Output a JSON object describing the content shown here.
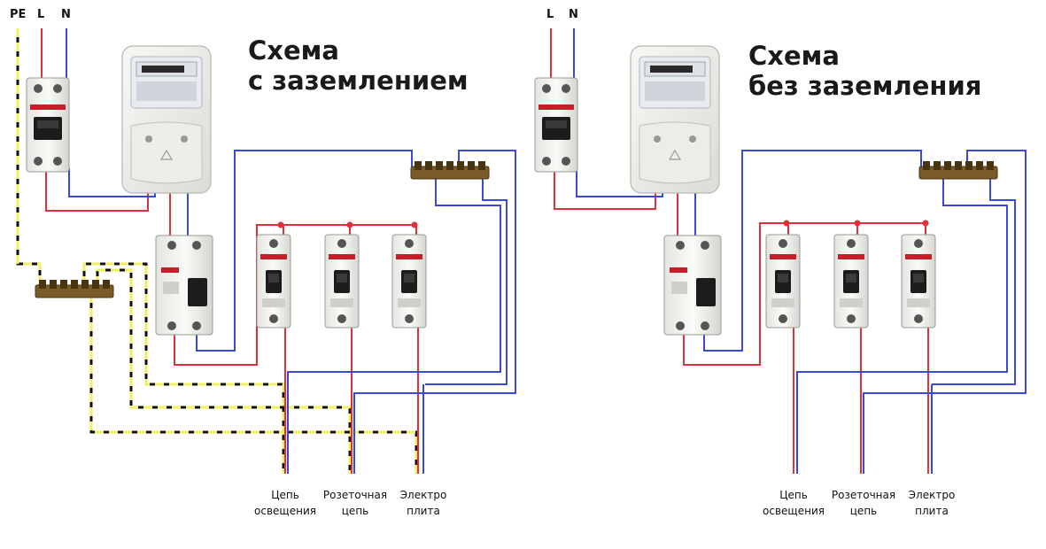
{
  "colors": {
    "phase": "#e0303a",
    "neutral": "#3a48d8",
    "earth_stripe": "#f2ee60",
    "earth_base": "#111111",
    "device_body": "#f1f1ee",
    "bus_brass": "#8a6a2e"
  },
  "left": {
    "title_line1": "Схема",
    "title_line2": "с заземлением",
    "bus_pe": "PE",
    "bus_l": "L",
    "bus_n": "N",
    "circuits": [
      {
        "line1": "Цепь",
        "line2": "освещения"
      },
      {
        "line1": "Розеточная",
        "line2": "цепь"
      },
      {
        "line1": "Электро",
        "line2": "плита"
      }
    ]
  },
  "right": {
    "title_line1": "Схема",
    "title_line2": "без заземления",
    "bus_l": "L",
    "bus_n": "N",
    "circuits": [
      {
        "line1": "Цепь",
        "line2": "освещения"
      },
      {
        "line1": "Розеточная",
        "line2": "цепь"
      },
      {
        "line1": "Электро",
        "line2": "плита"
      }
    ]
  }
}
